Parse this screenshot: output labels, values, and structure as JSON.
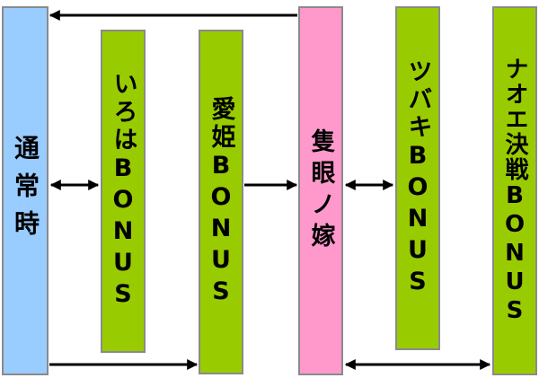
{
  "colors": {
    "normal_fill": "#99ccff",
    "bonus_fill": "#99cc00",
    "hayabusa_fill": "#ff99cc",
    "border": "#8a8a8a",
    "arrow": "#000000"
  },
  "boxes": {
    "normal": "通常時",
    "iroha_bonus": "いろはBONUS",
    "aihime_bonus": "愛姫BONUS",
    "hayabusa_no_yome": "隻眼ノ嫁",
    "tsubaki_bonus": "ツバキBONUS",
    "naoe_kessen_bonus": "ナオエ決戦BONUS"
  }
}
